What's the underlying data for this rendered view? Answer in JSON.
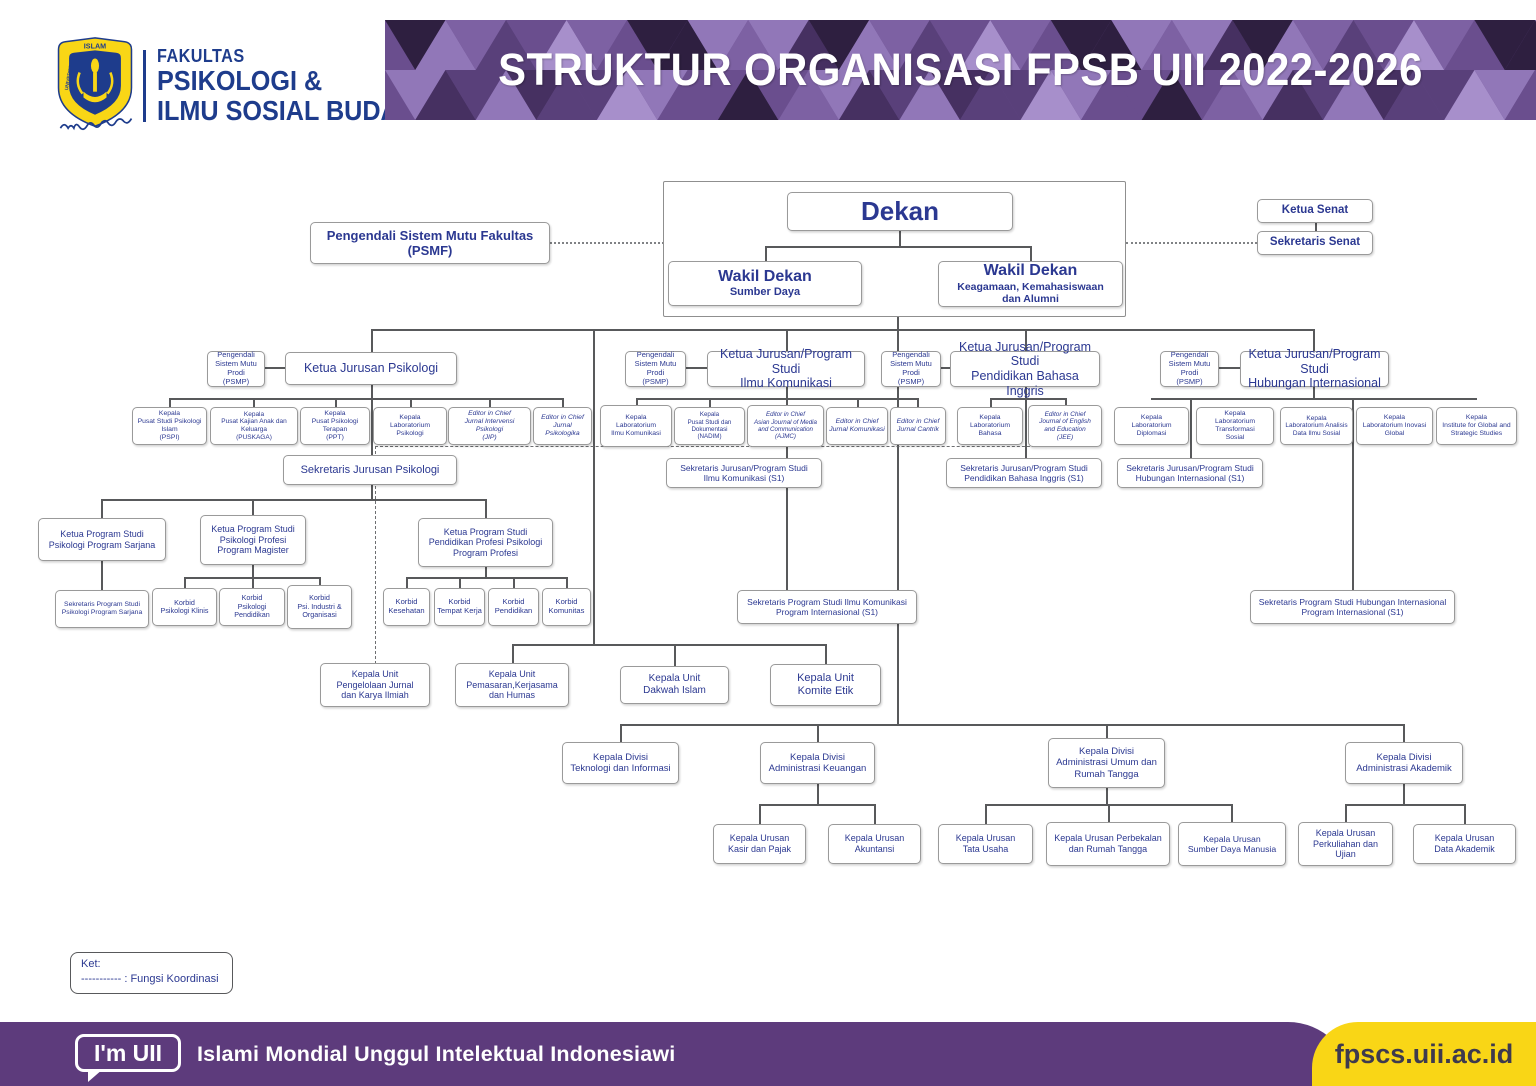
{
  "header": {
    "logo": {
      "islam": "ISLAM",
      "indonesia": "INDONESIA",
      "universitas": "UNIVERSITAS"
    },
    "faculty": {
      "line1": "FAKULTAS",
      "line2": "PSIKOLOGI &",
      "line3": "ILMU SOSIAL BUDAYA"
    },
    "banner_title": "STRUKTUR ORGANISASI FPSB UII 2022-2026"
  },
  "chart": {
    "psmf": "Pengendali Sistem Mutu Fakultas\n(PSMF)",
    "dekan": "Dekan",
    "wakil_dekan_1": {
      "title": "Wakil Dekan",
      "subtitle": "Sumber Daya"
    },
    "wakil_dekan_2": {
      "title": "Wakil Dekan",
      "subtitle": "Keagamaan, Kemahasiswaan\ndan Alumni"
    },
    "ketua_senat": "Ketua Senat",
    "sekretaris_senat": "Sekretaris  Senat",
    "psmp": "Pengendali\nSistem Mutu Prodi\n(PSMP)",
    "kj_psikologi": "Ketua Jurusan Psikologi",
    "kj_ilkom": "Ketua Jurusan/Program Studi\nIlmu Komunikasi",
    "kj_pbi": "Ketua Jurusan/Program Studi\nPendidikan Bahasa Inggris",
    "kj_hi": "Ketua Jurusan/Program Studi\nHubungan Internasional",
    "pspi": "Kepala\nPusat Studi Psikologi Islam\n(PSPI)",
    "puskaga": "Kepala\nPusat Kajian Anak dan Keluarga\n(PUSKAGA)",
    "ppt": "Kepala\nPusat Psikologi Terapan\n(PPT)",
    "lab_psikologi": "Kepala\nLaboratorium Psikologi",
    "jip": "Editor in Chief\nJurnal Intervensi Psikologi\n(JIP)",
    "psikologika": "Editor in Chief\nJurnal Psikologika",
    "lab_ilkom": "Kepala\nLaboratorium\nIlmu Komunikasi",
    "nadim": "Kepala\nPusat Studi dan Dokumentasi\n(NADIM)",
    "ajmc": "Editor in Chief\nAsian Journal of Media\nand Communication\n(AJMC)",
    "jurnal_komunikasi": "Editor in Chief\nJurnal Komunikasi",
    "jurnal_cantrik": "Editor in Chief\nJurnal Cantrik",
    "lab_bahasa": "Kepala\nLaboratorium Bahasa",
    "jee": "Editor in Chief\nJournal of English\nand Education\n(JEE)",
    "lab_diplomasi": "Kepala\nLaboratorium Diplomasi",
    "lab_transformasi": "Kepala\nLaboratorium Transformasi\nSosial",
    "lab_analisis": "Kepala\nLaboratorium Analisis\nData Ilmu Sosial",
    "lab_inovasi": "Kepala\nLaboratorium Inovasi\nGlobal",
    "igss": "Kepala\nInstitute for Global and\nStrategic Studies",
    "sj_psikologi": "Sekretaris Jurusan Psikologi",
    "sj_ilkom": "Sekretaris Jurusan/Program Studi\nIlmu Komunikasi (S1)",
    "sj_pbi": "Sekretaris Jurusan/Program Studi\nPendidikan Bahasa Inggris (S1)",
    "sj_hi": "Sekretaris Jurusan/Program Studi\nHubungan Internasional (S1)",
    "kps_sarjana": "Ketua Program Studi\nPsikologi Program Sarjana",
    "kps_magister": "Ketua Program Studi\nPsikologi Profesi\nProgram Magister",
    "kps_profesi": "Ketua Program Studi\nPendidikan Profesi Psikologi\nProgram Profesi",
    "sps_sarjana": "Sekretaris Program Studi\nPsikologi Program Sarjana",
    "korbid_klinis": "Korbid\nPsikologi Klinis",
    "korbid_pendidikan": "Korbid\nPsikologi Pendidikan",
    "korbid_industri": "Korbid\nPsi. Industri &\nOrganisasi",
    "korbid_kesehatan": "Korbid\nKesehatan",
    "korbid_tempat_kerja": "Korbid\nTempat Kerja",
    "korbid_pendidikan2": "Korbid\nPendidikan",
    "korbid_komunitas": "Korbid\nKomunitas",
    "sps_ilkom": "Sekretaris Program Studi Ilmu Komunikasi\nProgram Internasional (S1)",
    "sps_hi": "Sekretaris Program Studi Hubungan Internasional\nProgram Internasional (S1)",
    "unit_jurnal": "Kepala Unit\nPengelolaan Jurnal\ndan Karya Ilmiah",
    "unit_pemasaran": "Kepala Unit\nPemasaran,Kerjasama\ndan Humas",
    "unit_dakwah": "Kepala Unit\nDakwah Islam",
    "unit_komite": "Kepala Unit\nKomite Etik",
    "div_ti": "Kepala Divisi\nTeknologi dan Informasi",
    "div_keuangan": "Kepala Divisi\nAdministrasi Keuangan",
    "div_umum": "Kepala Divisi\nAdministrasi Umum dan\nRumah Tangga",
    "div_akademik": "Kepala Divisi\nAdministrasi Akademik",
    "ur_kasir": "Kepala Urusan\nKasir dan Pajak",
    "ur_akuntansi": "Kepala Urusan\nAkuntansi",
    "ur_tata_usaha": "Kepala Urusan\nTata Usaha",
    "ur_perbekalan": "Kepala Urusan Perbekalan\ndan Rumah Tangga",
    "ur_sdm": "Kepala Urusan\nSumber Daya Manusia",
    "ur_perkuliahan": "Kepala Urusan\nPerkuliahan dan\nUjian",
    "ur_data_akademik": "Kepala Urusan\nData Akademik"
  },
  "legend": {
    "title": "Ket:",
    "item": "----------- : Fungsi Koordinasi"
  },
  "footer": {
    "badge": "I'm UII",
    "tagline": "Islami Mondial Unggul Intelektual Indonesiawi",
    "url": "fpscs.uii.ac.id"
  },
  "colors": {
    "text_blue": "#2b3891",
    "logo_blue": "#1e3c8c",
    "banner_purple": "#6a4e8e",
    "footer_purple": "#5d3b7c",
    "footer_yellow": "#f9d616",
    "line_gray": "#58595b"
  }
}
